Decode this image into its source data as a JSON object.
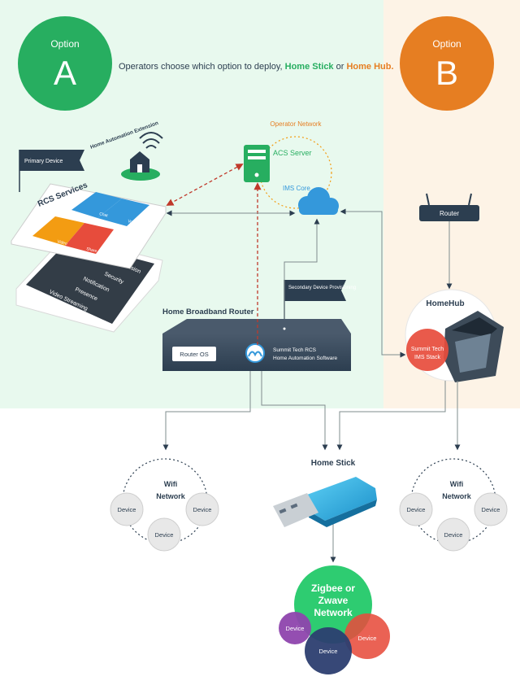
{
  "option_a": {
    "caption": "Option",
    "letter": "A",
    "color": "#27ae60"
  },
  "option_b": {
    "caption": "Option",
    "letter": "B",
    "color": "#e67e22"
  },
  "headline": {
    "prefix": "Operators choose which option to deploy, ",
    "home_stick": "Home Stick",
    "connector": " or ",
    "home_hub": "Home Hub."
  },
  "operator_network": {
    "title": "Operator Network",
    "acs_server": "ACS Server",
    "ims_core": "IMS Core"
  },
  "phone": {
    "flag": "Primary Device",
    "extension": "Home Automation Extension",
    "services_title": "RCS Services",
    "tiles": [
      "Chat",
      "Voice",
      "Video",
      "Share"
    ],
    "services_list": [
      "Provision",
      "Security",
      "Notification",
      "Presence",
      "Video Streaming"
    ]
  },
  "router_box": {
    "title": "Home Broadband Router",
    "secondary_flag": "Secondary Device Provisioning",
    "router_os": "Router OS",
    "software": [
      "Summit Tech RCS",
      "Home Automation Software"
    ]
  },
  "router_b": {
    "label": "Router"
  },
  "homehub": {
    "title": "HomeHub",
    "stack": [
      "Summit Tech",
      "IMS Stack"
    ]
  },
  "wifi_left": {
    "title": [
      "Wifi",
      "Network"
    ],
    "devices": [
      "Device",
      "Device",
      "Device"
    ]
  },
  "wifi_right": {
    "title": [
      "Wifi",
      "Network"
    ],
    "devices": [
      "Device",
      "Device",
      "Device"
    ]
  },
  "home_stick": {
    "title": "Home Stick"
  },
  "zigbee": {
    "title": [
      "Zigbee or",
      "Zwave",
      "Network"
    ],
    "devices": [
      "Device",
      "Device",
      "Device"
    ]
  },
  "colors": {
    "green_bg": "#e8f9ee",
    "orange_bg": "#fdf3e6",
    "navy": "#2c3e50",
    "blue": "#3498db",
    "red": "#e74c3c",
    "purple": "#8e44ad",
    "gold": "#f39c12"
  }
}
